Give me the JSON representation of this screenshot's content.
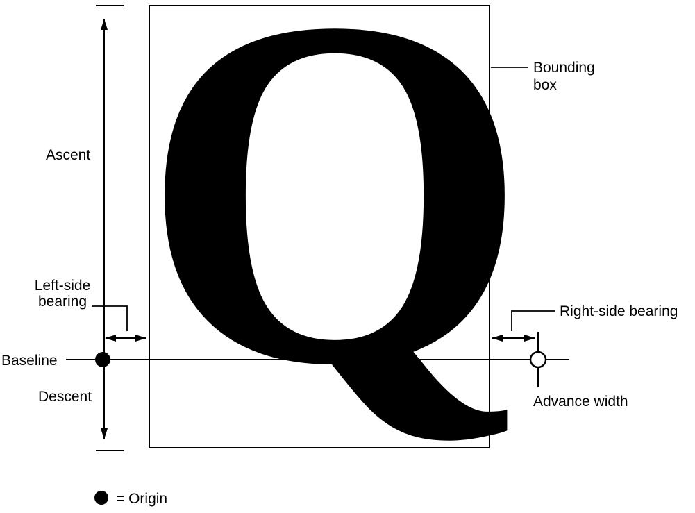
{
  "diagram": {
    "description": "Glyph metrics diagram showing font terminology around a large letter Q",
    "glyph": "Q",
    "labels": {
      "ascent": "Ascent",
      "descent": "Descent",
      "left_side_bearing_line1": "Left-side",
      "left_side_bearing_line2": "bearing",
      "baseline": "Baseline",
      "bounding_box_line1": "Bounding",
      "bounding_box_line2": "box",
      "right_side_bearing": "Right-side bearing",
      "advance_width": "Advance width",
      "origin_legend": "= Origin"
    },
    "colors": {
      "foreground": "#000000",
      "background": "#ffffff"
    }
  }
}
